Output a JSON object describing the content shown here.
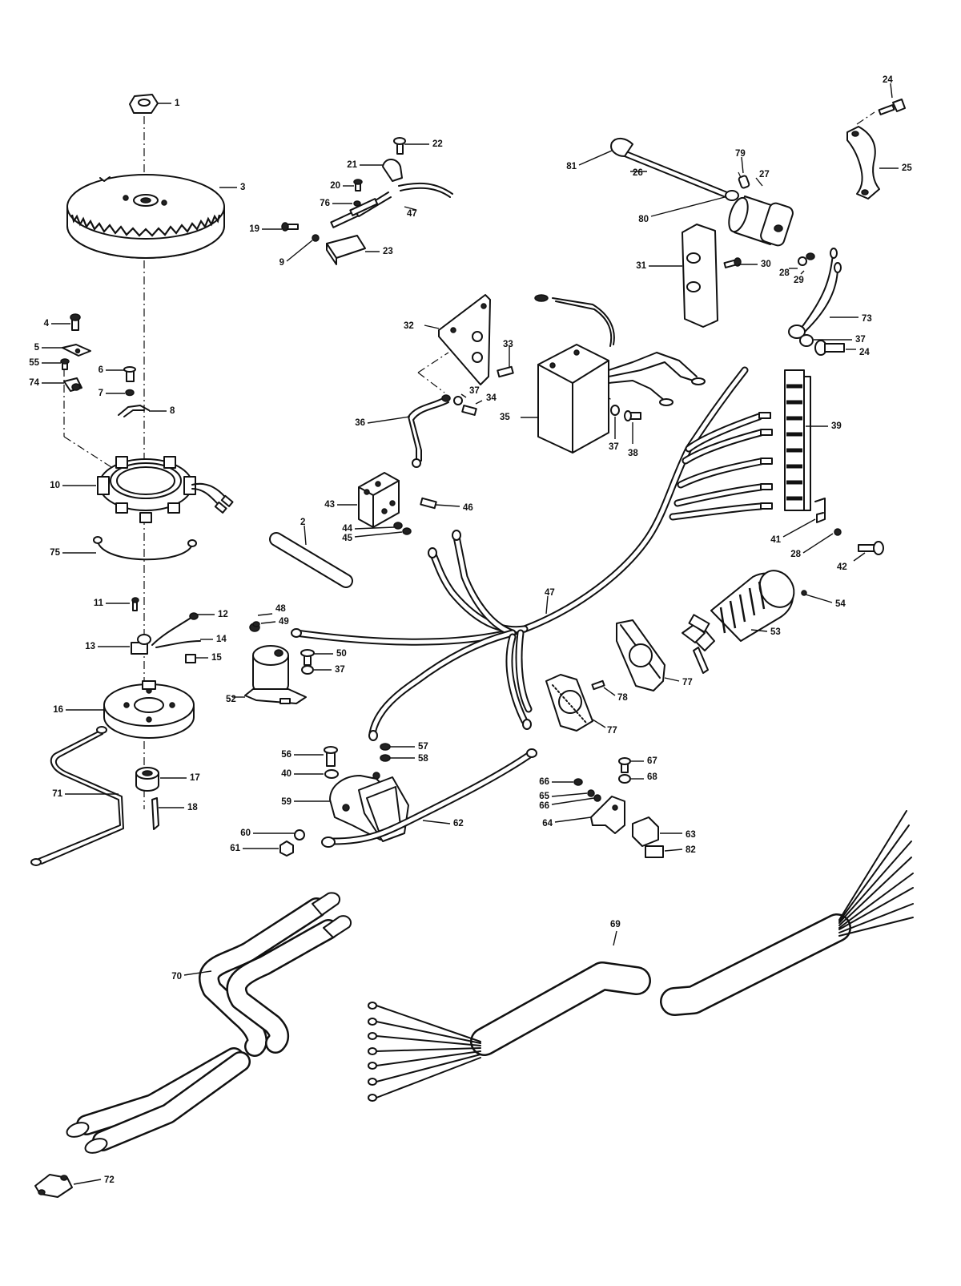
{
  "callouts": [
    {
      "label": "1"
    },
    {
      "label": "3"
    },
    {
      "label": "4"
    },
    {
      "label": "5"
    },
    {
      "label": "55"
    },
    {
      "label": "74"
    },
    {
      "label": "6"
    },
    {
      "label": "7"
    },
    {
      "label": "8"
    },
    {
      "label": "10"
    },
    {
      "label": "75"
    },
    {
      "label": "11"
    },
    {
      "label": "12"
    },
    {
      "label": "13"
    },
    {
      "label": "14"
    },
    {
      "label": "15"
    },
    {
      "label": "16"
    },
    {
      "label": "17"
    },
    {
      "label": "18"
    },
    {
      "label": "71"
    },
    {
      "label": "22"
    },
    {
      "label": "21"
    },
    {
      "label": "20"
    },
    {
      "label": "76"
    },
    {
      "label": "47"
    },
    {
      "label": "19"
    },
    {
      "label": "9"
    },
    {
      "label": "23"
    },
    {
      "label": "81"
    },
    {
      "label": "26"
    },
    {
      "label": "79"
    },
    {
      "label": "27"
    },
    {
      "label": "80"
    },
    {
      "label": "31"
    },
    {
      "label": "30"
    },
    {
      "label": "28"
    },
    {
      "label": "29"
    },
    {
      "label": "24"
    },
    {
      "label": "25"
    },
    {
      "label": "73"
    },
    {
      "label": "37"
    },
    {
      "label": "24"
    },
    {
      "label": "32"
    },
    {
      "label": "33"
    },
    {
      "label": "37"
    },
    {
      "label": "34"
    },
    {
      "label": "36"
    },
    {
      "label": "35"
    },
    {
      "label": "37"
    },
    {
      "label": "38"
    },
    {
      "label": "39"
    },
    {
      "label": "43"
    },
    {
      "label": "46"
    },
    {
      "label": "44"
    },
    {
      "label": "45"
    },
    {
      "label": "2"
    },
    {
      "label": "41"
    },
    {
      "label": "28"
    },
    {
      "label": "42"
    },
    {
      "label": "54"
    },
    {
      "label": "53"
    },
    {
      "label": "47"
    },
    {
      "label": "48"
    },
    {
      "label": "49"
    },
    {
      "label": "50"
    },
    {
      "label": "37"
    },
    {
      "label": "52"
    },
    {
      "label": "77"
    },
    {
      "label": "78"
    },
    {
      "label": "77"
    },
    {
      "label": "57"
    },
    {
      "label": "58"
    },
    {
      "label": "56"
    },
    {
      "label": "40"
    },
    {
      "label": "59"
    },
    {
      "label": "62"
    },
    {
      "label": "60"
    },
    {
      "label": "61"
    },
    {
      "label": "67"
    },
    {
      "label": "66"
    },
    {
      "label": "68"
    },
    {
      "label": "65"
    },
    {
      "label": "66"
    },
    {
      "label": "64"
    },
    {
      "label": "63"
    },
    {
      "label": "82"
    },
    {
      "label": "69"
    },
    {
      "label": "70"
    },
    {
      "label": "72"
    }
  ]
}
